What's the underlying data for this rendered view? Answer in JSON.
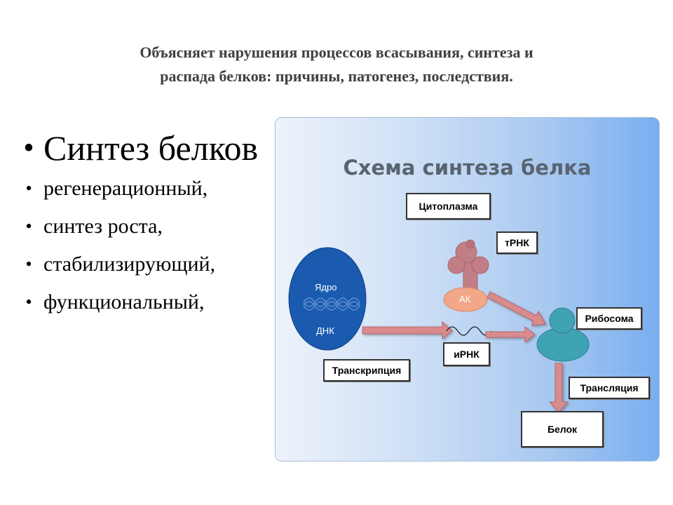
{
  "slide": {
    "title_line1": "Объясняет нарушения процессов всасывания, синтеза и",
    "title_line2": "распада белков: причины, патогенез, последствия."
  },
  "bullets": {
    "marker": "•",
    "main": "Синтез белков",
    "items": [
      "регенерационный,",
      "синтез роста,",
      "стабилизирующий,",
      "функциональный,"
    ]
  },
  "diagram": {
    "title": "Схема синтеза белка",
    "labels": {
      "cytoplasm": "Цитоплазма",
      "trna": "тРНК",
      "nucleus": "Ядро",
      "dna": "ДНК",
      "amino_acid": "АК",
      "ribosome": "Рибосома",
      "mrna": "иРНК",
      "transcription": "Транскрипция",
      "translation": "Трансляция",
      "protein": "Белок"
    },
    "colors": {
      "nucleus": "#1a5bb0",
      "trna": "#c27e86",
      "amino_acid": "#f2a788",
      "ribosome": "#3fa3b4",
      "arrow": "#d98a8c"
    }
  }
}
